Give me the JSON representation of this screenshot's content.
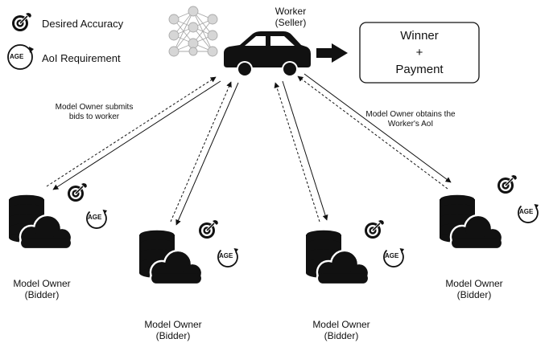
{
  "legend": {
    "accuracy_label": "Desired Accuracy",
    "aoi_label": "AoI Requirement",
    "age_badge": "AGE"
  },
  "worker": {
    "title_line1": "Worker",
    "title_line2": "(Seller)"
  },
  "result": {
    "line1": "Winner",
    "line2": "+",
    "line3": "Payment"
  },
  "annotations": {
    "submit_line1": "Model Owner submits",
    "submit_line2": "bids to worker",
    "obtain_line1": "Model Owner obtains the",
    "obtain_line2": "Worker's AoI"
  },
  "owners": [
    {
      "line1": "Model Owner",
      "line2": "(Bidder)",
      "age_badge": "AGE"
    },
    {
      "line1": "Model Owner",
      "line2": "(Bidder)",
      "age_badge": "AGE"
    },
    {
      "line1": "Model Owner",
      "line2": "(Bidder)",
      "age_badge": "AGE"
    },
    {
      "line1": "Model Owner",
      "line2": "(Bidder)",
      "age_badge": "AGE"
    }
  ],
  "colors": {
    "ink": "#111111",
    "network": "#c8c8c8",
    "background": "#ffffff"
  },
  "icons": {
    "accuracy": "target-icon",
    "aoi": "age-cycle-icon",
    "model": "neural-network-icon",
    "worker": "car-icon",
    "owner": "database-cloud-icon",
    "flow": "right-arrow-icon"
  }
}
